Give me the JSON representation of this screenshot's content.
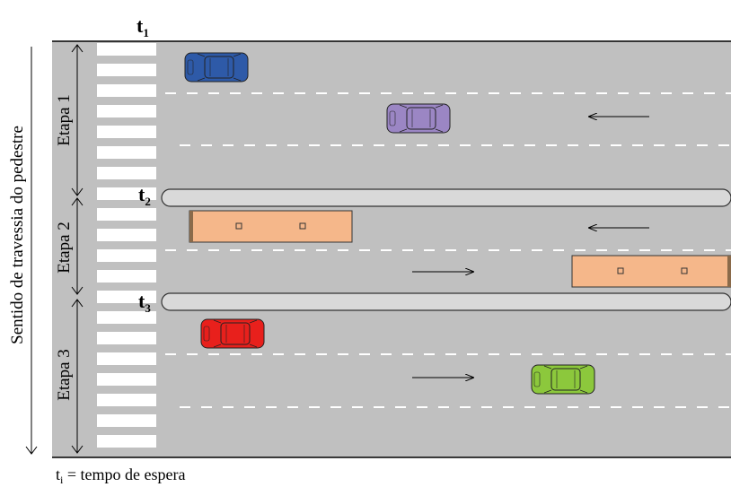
{
  "diagram": {
    "times": [
      {
        "base": "t",
        "sub": "1"
      },
      {
        "base": "t",
        "sub": "2"
      },
      {
        "base": "t",
        "sub": "3"
      }
    ],
    "stages": [
      "Etapa 1",
      "Etapa 2",
      "Etapa 3"
    ],
    "side_label": "Sentido de travessia do pedestre",
    "legend": {
      "base": "t",
      "sub": "i",
      "text": " = tempo de espera"
    },
    "colors": {
      "road": "#c0c0c0",
      "island": "#d9d9d9",
      "bus": "#f5b78a",
      "car_blue": "#2e5aa8",
      "car_purple": "#9b86c4",
      "car_red": "#e8201c",
      "car_green": "#8cc83c"
    }
  }
}
